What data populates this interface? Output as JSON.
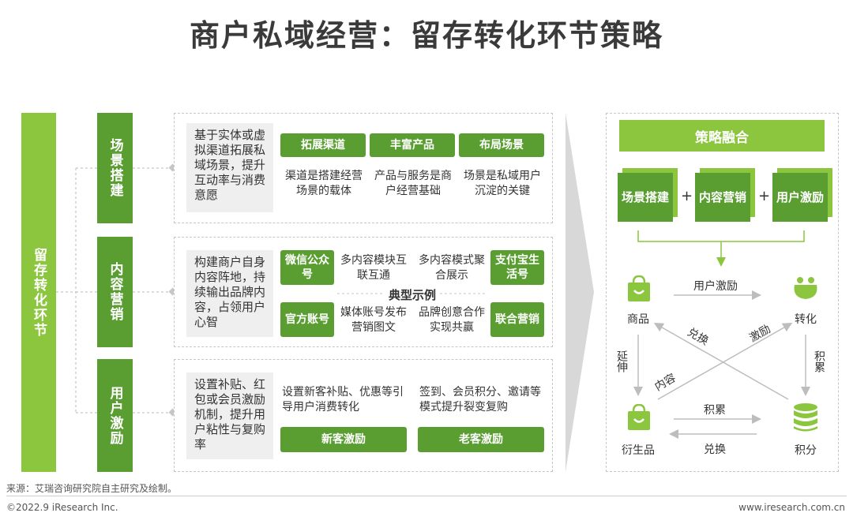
{
  "title": "商户私域经营：留存转化环节策略",
  "left_bar": "留存转化环节",
  "rows": [
    {
      "category": "场景搭建",
      "summary": "基于实体或虚拟渠道拓展私域场景，提升互动率与消费意愿",
      "tags": [
        "拓展渠道",
        "丰富产品",
        "布局场景"
      ],
      "descs": [
        "渠道是搭建经营场景的载体",
        "产品与服务是商户经营基础",
        "场景是私域用户沉淀的关键"
      ]
    },
    {
      "category": "内容营销",
      "summary": "构建商户自身内容阵地，持续输出品牌内容，占领用户心智",
      "tag_tl": "微信公众号",
      "tag_tr": "支付宝生活号",
      "tag_bl": "官方账号",
      "tag_br": "联合营销",
      "desc_tl": "多内容模块互联互通",
      "desc_tr": "多内容模式聚合展示",
      "desc_bl": "媒体账号发布营销图文",
      "desc_br": "品牌创意合作实现共赢",
      "center_label": "典型示例"
    },
    {
      "category": "用户激励",
      "summary": "设置补贴、红包或会员激励机制，提升用户粘性与复购率",
      "descs": [
        "设置新客补贴、优惠等引导用户消费转化",
        "签到、会员积分、邀请等模式提升裂变复购"
      ],
      "tags": [
        "新客激励",
        "老客激励"
      ]
    }
  ],
  "right": {
    "header": "策略融合",
    "cubes": [
      "场景搭建",
      "内容营销",
      "用户激励"
    ],
    "plus": "+",
    "nodes": {
      "goods": "商品",
      "convert": "转化",
      "derivative": "衍生品",
      "points": "积分"
    },
    "edges": {
      "top": "用户激励",
      "left": "延伸",
      "right": "积累",
      "bottom_top": "积累",
      "bottom_bottom": "兑换",
      "diag_exchange": "兑换",
      "diag_incentive": "激励",
      "diag_content": "内容"
    },
    "colors": {
      "lime": "#8cc63f",
      "green": "#5a9e32"
    }
  },
  "source": "来源：艾瑞咨询研究院自主研究及绘制。",
  "copyright": "©2022.9 iResearch Inc.",
  "website": "www.iresearch.com.cn"
}
